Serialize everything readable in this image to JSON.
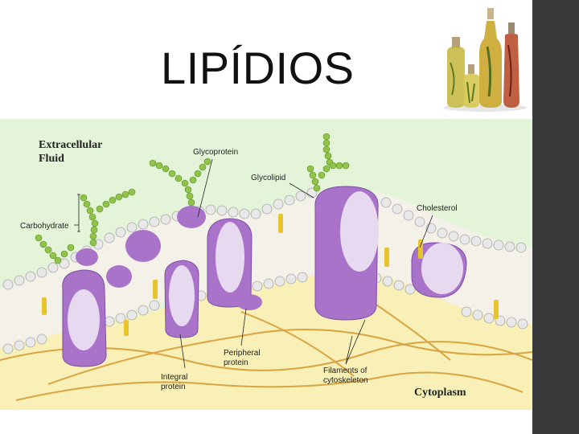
{
  "slide": {
    "title": "LIPÍDIOS",
    "sidebar_color": "#3a3a3c",
    "photo": "olive-oil-bottles-image"
  },
  "diagram": {
    "regions": {
      "extracellular": "Extracellular\nFluid",
      "cytoplasm": "Cytoplasm"
    },
    "labels": {
      "glycoprotein": "Glycoprotein",
      "glycolipid": "Glycolipid",
      "carbohydrate": "Carbohydrate",
      "cholesterol": "Cholesterol",
      "peripheral_protein": "Peripheral\nprotein",
      "integral_protein": "Integral\nprotein",
      "filaments": "Filaments of\ncytoskeleton"
    },
    "colors": {
      "extracellular_bg": "#e3f4d9",
      "cytoplasm_bg": "#f8f0b6",
      "protein": "#a873c9",
      "protein_light": "#e6d9f0",
      "lipid_head": "#e8e8e8",
      "carbohydrate": "#8fc34a",
      "cholesterol": "#e8c42c",
      "filament": "#d9a441"
    }
  }
}
